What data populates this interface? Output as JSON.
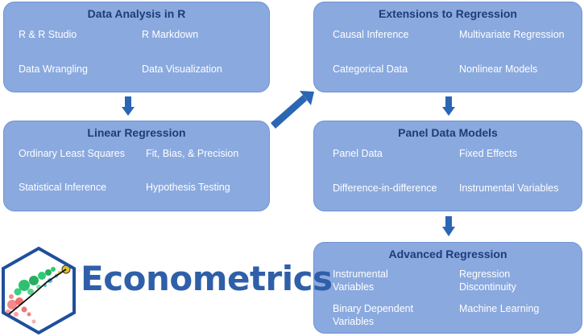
{
  "boxes": {
    "data_analysis": {
      "title": "Data Analysis in R",
      "items": [
        "R & R Studio",
        "R Markdown",
        "Data Wrangling",
        "Data Visualization"
      ]
    },
    "linear_regression": {
      "title": "Linear Regression",
      "items": [
        "Ordinary Least Squares",
        "Fit, Bias, & Precision",
        "Statistical Inference",
        "Hypothesis Testing"
      ]
    },
    "extensions": {
      "title": "Extensions to Regression",
      "items": [
        "Causal Inference",
        "Multivariate Regression",
        "Categorical Data",
        "Nonlinear Models"
      ]
    },
    "panel_data": {
      "title": "Panel Data Models",
      "items": [
        "Panel Data",
        "Fixed Effects",
        "Difference-in-difference",
        "Instrumental Variables"
      ]
    },
    "advanced": {
      "title": "Advanced Regression",
      "items": [
        "Instrumental Variables",
        "Regression Discontinuity",
        "Binary Dependent Variables",
        "Machine Learning"
      ]
    }
  },
  "logo": {
    "text": "Econometrics"
  },
  "colors": {
    "box_fill": "#8aa9de",
    "box_title": "#1f3c78",
    "arrow": "#2a66b4",
    "logo_text": "#2f5fa8"
  }
}
